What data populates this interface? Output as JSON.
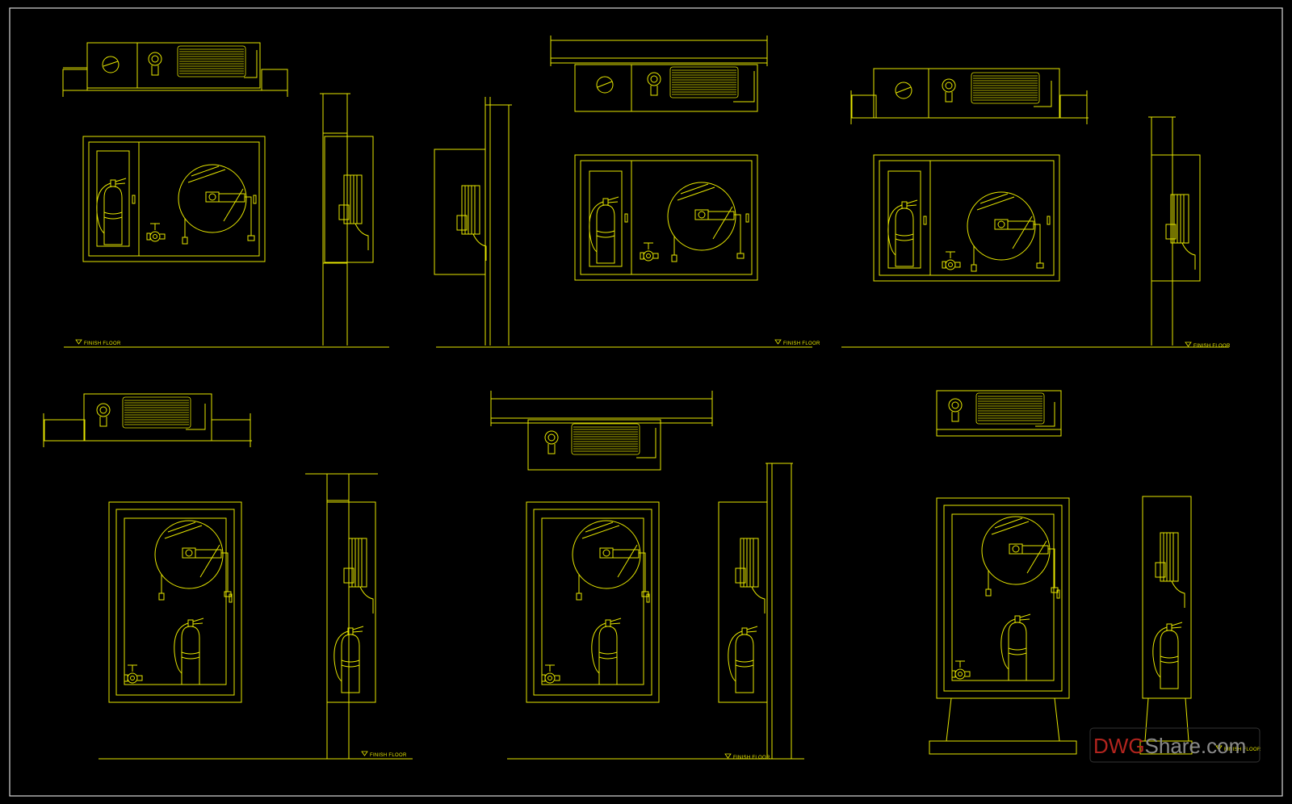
{
  "colors": {
    "background": "#000000",
    "line": "#e6e600",
    "frame": "#d8d8d8",
    "watermark_red": "#b2241e",
    "watermark_gray": "#8a8a8a"
  },
  "labels": {
    "finish_floor": "FINISH FLOOR"
  },
  "watermark": {
    "part1": "DWG",
    "part2": "Share.com"
  },
  "icons": [
    "fire-extinguisher-icon",
    "hose-reel-icon",
    "landing-valve-icon"
  ]
}
